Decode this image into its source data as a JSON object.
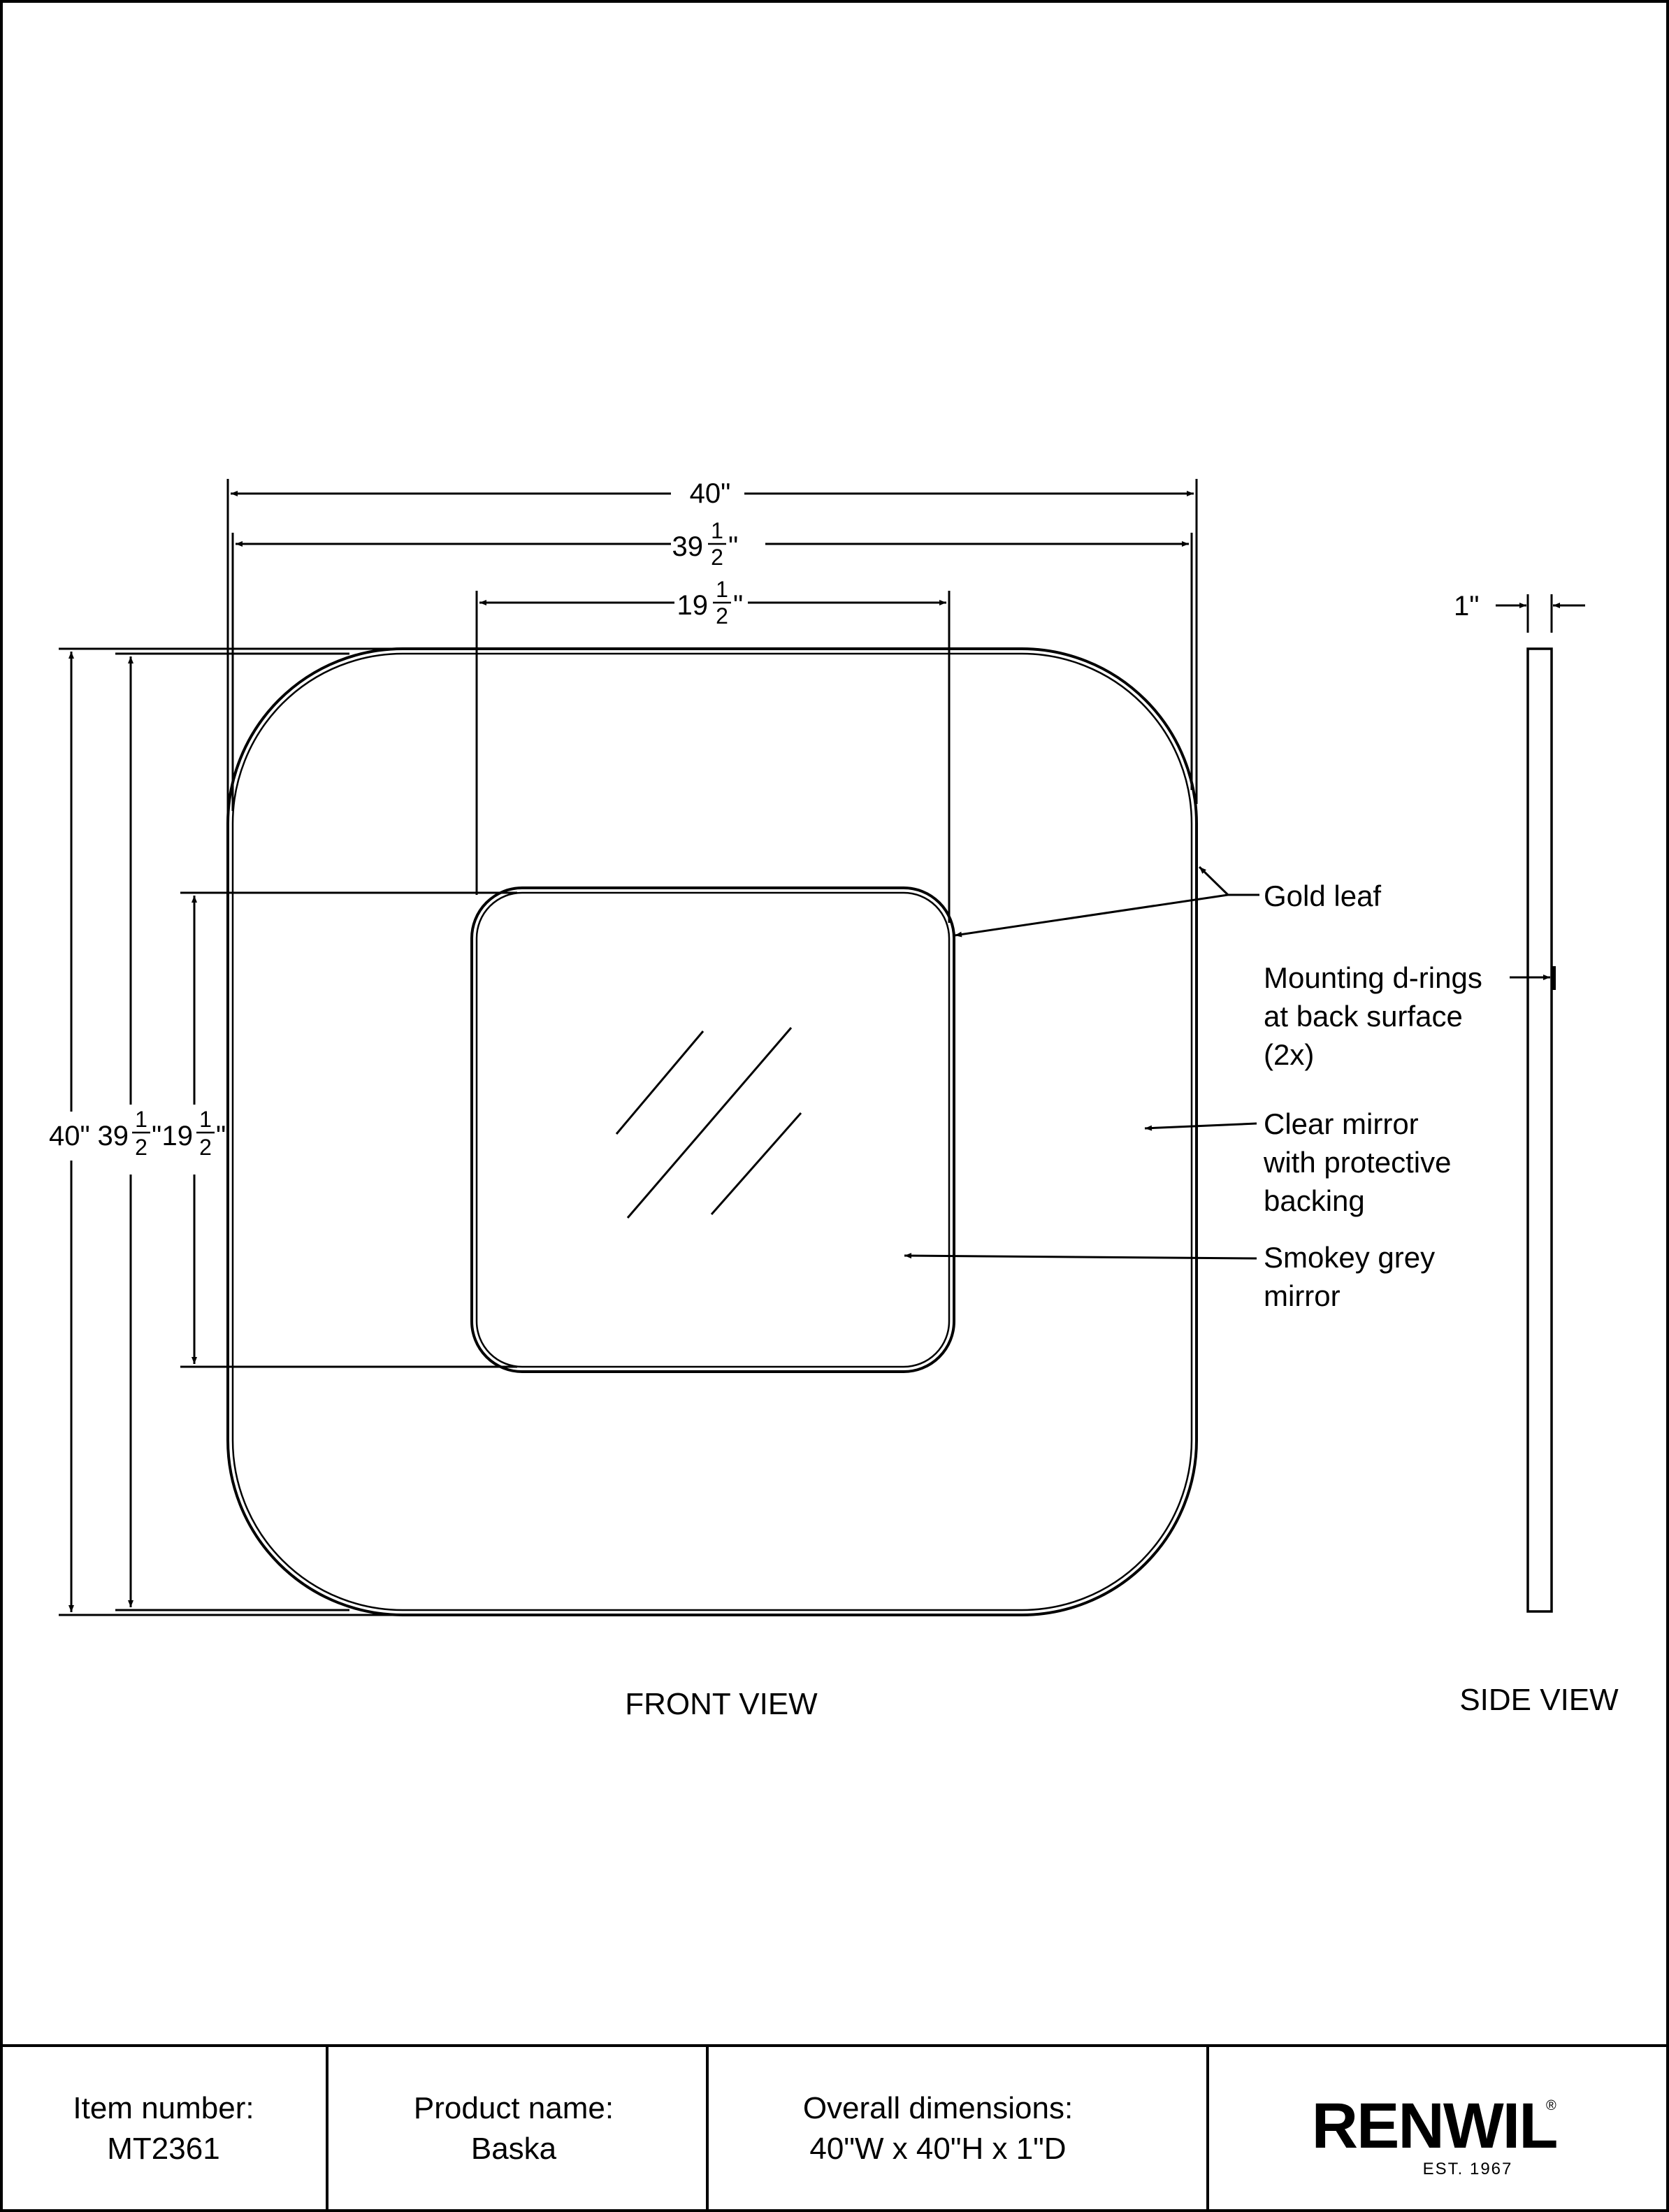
{
  "dimensions": {
    "width_overall": "40\"",
    "width_frame_whole": "39",
    "width_frame_num": "1",
    "width_frame_den": "2",
    "width_frame_unit": "\"",
    "width_inner_whole": "19",
    "width_inner_num": "1",
    "width_inner_den": "2",
    "width_inner_unit": "\"",
    "height_overall": "40\"",
    "height_frame_whole": "39",
    "height_frame_num": "1",
    "height_frame_den": "2",
    "height_frame_unit": "\"",
    "height_inner_whole": "19",
    "height_inner_num": "1",
    "height_inner_den": "2",
    "height_inner_unit": "\"",
    "depth": "1\""
  },
  "callouts": {
    "gold_leaf": "Gold leaf",
    "mounting": [
      "Mounting d-rings",
      "at back surface",
      "(2x)"
    ],
    "clear_mirror": [
      "Clear mirror",
      "with protective",
      "backing"
    ],
    "smokey_mirror": [
      "Smokey grey",
      "mirror"
    ]
  },
  "views": {
    "front": "FRONT VIEW",
    "side": "SIDE VIEW"
  },
  "title_block": {
    "item_label": "Item number:",
    "item_value": "MT2361",
    "product_label": "Product name:",
    "product_value": "Baska",
    "dims_label": "Overall dimensions:",
    "dims_value": "40\"W x 40\"H x 1\"D",
    "brand": "RENWIL",
    "brand_mark": "®",
    "brand_est": "EST. 1967"
  }
}
